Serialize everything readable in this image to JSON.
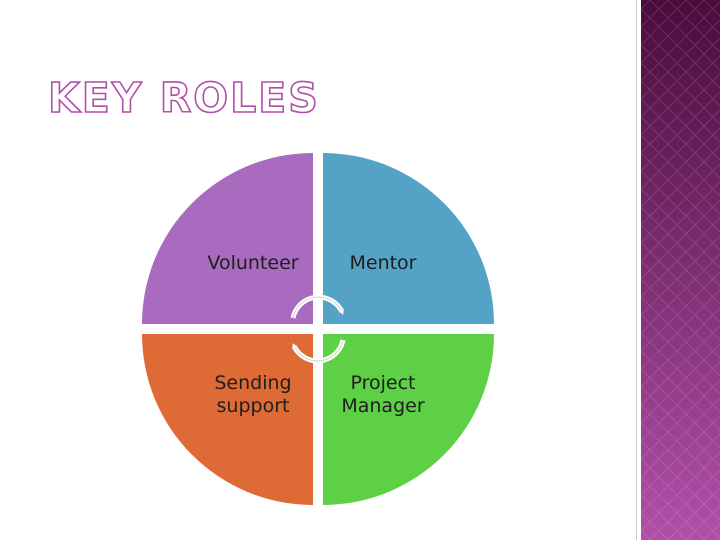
{
  "slide": {
    "title": "KEY ROLES"
  },
  "diagram": {
    "type": "cycle-matrix",
    "quadrants": [
      {
        "position": "top-left",
        "label": "Volunteer",
        "color": "#a86bbf"
      },
      {
        "position": "top-right",
        "label": "Mentor",
        "color": "#54a2c6"
      },
      {
        "position": "bottom-left",
        "label": "Sending\nsupport",
        "color": "#de6b35"
      },
      {
        "position": "bottom-right",
        "label": "Project\nManager",
        "color": "#5ed046"
      }
    ],
    "center_icon": "circular-arrows-icon"
  },
  "theme": {
    "accent": "#b04fa8",
    "band_top": "#4a0c3c",
    "band_bottom": "#b04fa8"
  }
}
